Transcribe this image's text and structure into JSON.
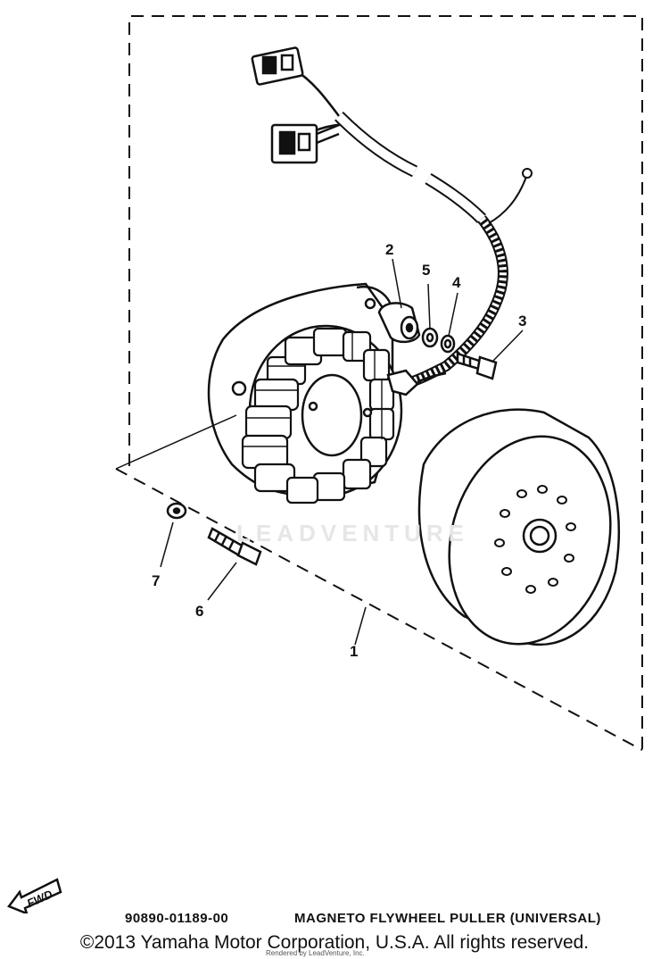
{
  "callouts": {
    "c1": "1",
    "c2": "2",
    "c3": "3",
    "c4": "4",
    "c5": "5",
    "c6": "6",
    "c7": "7"
  },
  "watermark": "LEADVENTURE",
  "fwd_label": "FWD",
  "tool": {
    "part_number": "90890-01189-00",
    "name": "MAGNETO FLYWHEEL PULLER (UNIVERSAL)"
  },
  "copyright": "©2013 Yamaha Motor Corporation, U.S.A. All rights reserved.",
  "render_note": "Rendered by LeadVenture, Inc."
}
